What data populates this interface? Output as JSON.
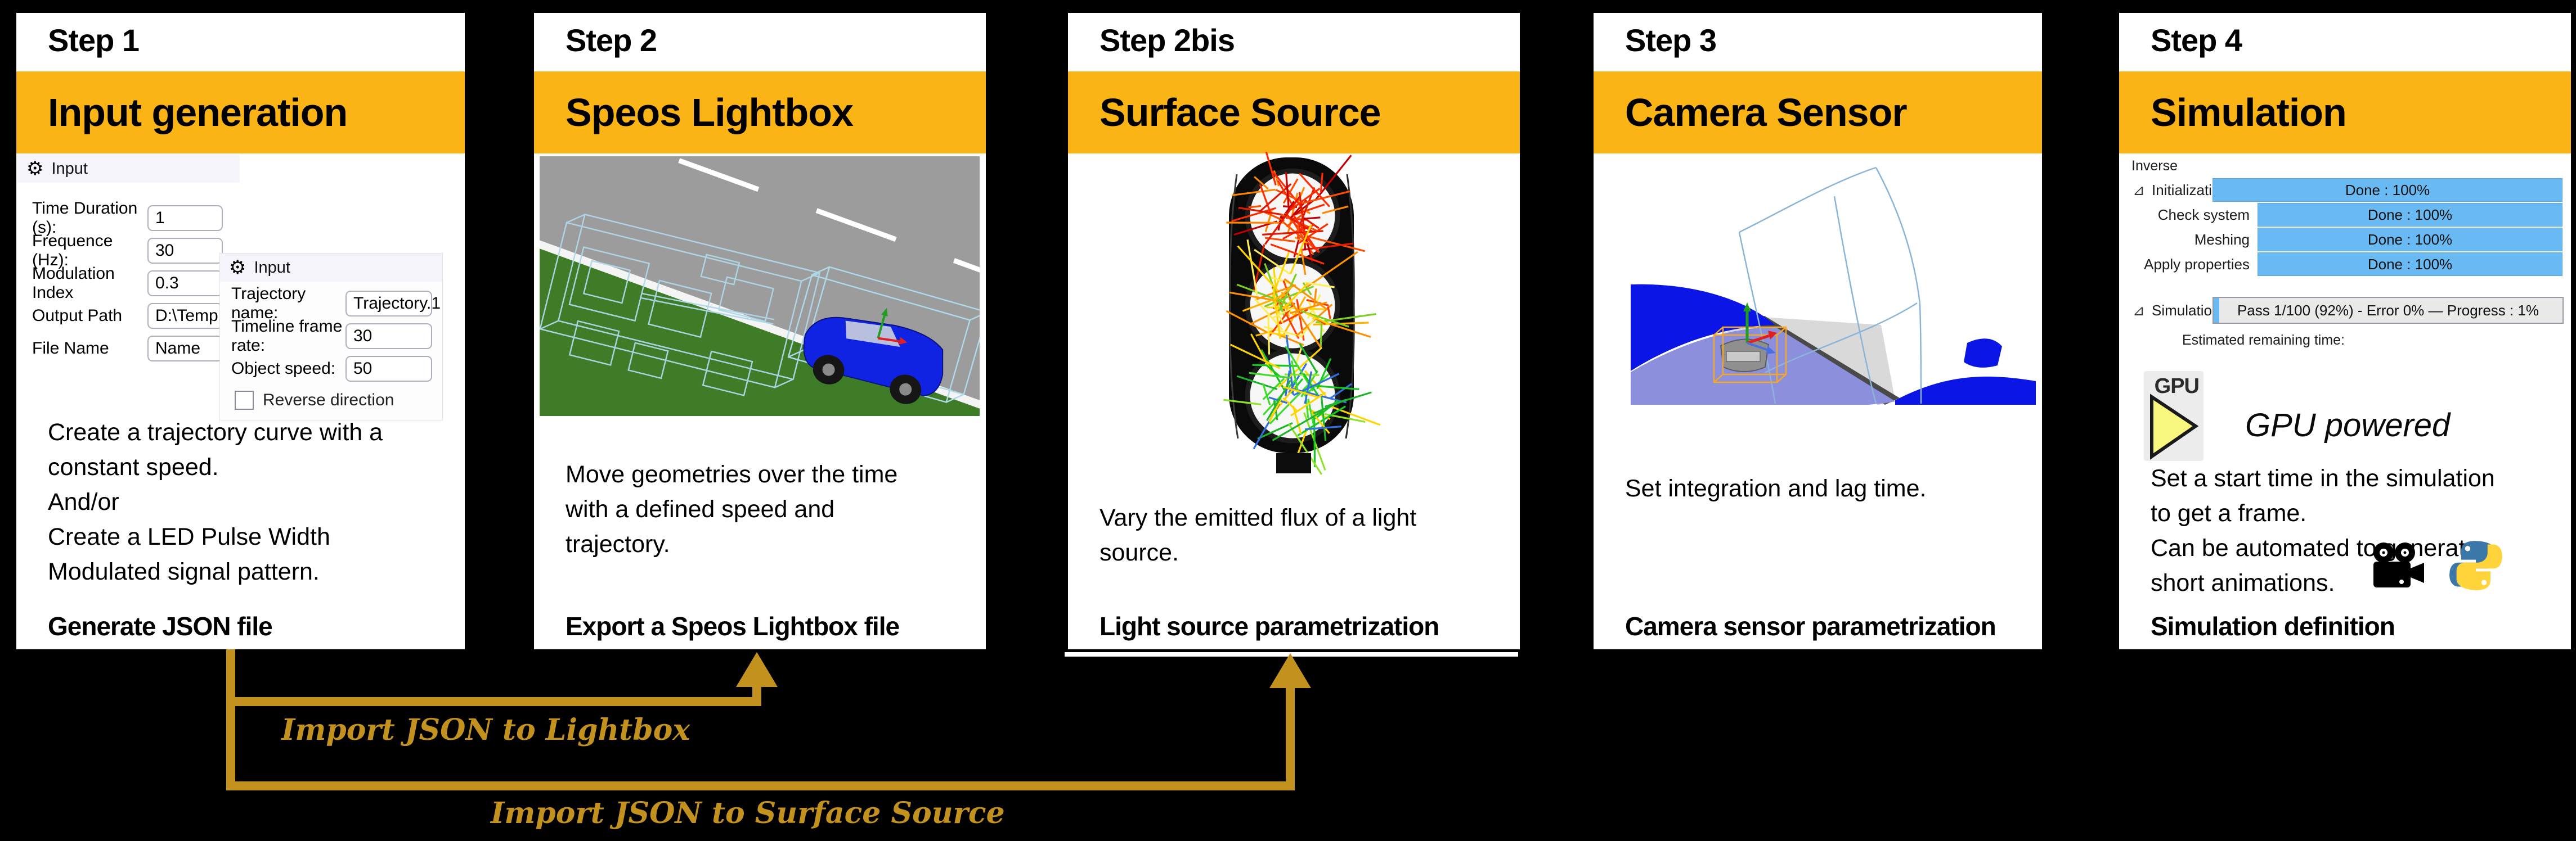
{
  "colors": {
    "background": "#000000",
    "header_orange": "#FBB416",
    "arrow_gold": "#C3921E",
    "progress_blue": "#69B9F2",
    "car_blue": "#1023E2",
    "gpu_triangle_yellow": "#F8F87E"
  },
  "cards": [
    {
      "step": "Step 1",
      "title": "Input generation",
      "description": "Create a trajectory curve with a\nconstant speed.\nAnd/or\nCreate a LED Pulse Width\nModulated signal pattern.",
      "footer": "Generate JSON file",
      "panel1": {
        "title": "Input",
        "gear_icon": "gear-icon",
        "fields": [
          {
            "label": "Time Duration (s):",
            "value": "1"
          },
          {
            "label": "Frequence (Hz):",
            "value": "30"
          },
          {
            "label": "Modulation Index",
            "value": "0.3"
          },
          {
            "label": "Output Path",
            "value": "D:\\Temp"
          },
          {
            "label": "File Name",
            "value": "Name"
          }
        ]
      },
      "panel2": {
        "title": "Input",
        "gear_icon": "gear-icon",
        "fields": [
          {
            "label": "Trajectory name:",
            "value": "Trajectory.1"
          },
          {
            "label": "Timeline frame rate:",
            "value": "30"
          },
          {
            "label": "Object speed:",
            "value": "50"
          }
        ],
        "checkbox_label": "Reverse direction",
        "checkbox_checked": false
      }
    },
    {
      "step": "Step 2",
      "title": "Speos Lightbox",
      "description": "Move geometries over the time\nwith a defined speed and\ntrajectory.",
      "footer": "Export a Speos Lightbox file",
      "image": "3d-road-scene-with-wireframe-truck-and-blue-car"
    },
    {
      "step": "Step 2bis",
      "title": "Surface Source",
      "description": "Vary the emitted flux of a light\nsource.",
      "footer": "Light source parametrization",
      "image": "traffic-light-with-ray-traces",
      "ray_palettes": {
        "red": [
          "#e01800",
          "#ff4d00",
          "#c00000",
          "#ff8800",
          "#ff2a00"
        ],
        "amber": [
          "#ffd400",
          "#ff9100",
          "#7ccf1f",
          "#ff3c00",
          "#ffee55",
          "#ffb300"
        ],
        "green": [
          "#14c81e",
          "#3ddb2a",
          "#8fe32a",
          "#ffd400",
          "#2f6fe0",
          "#1fb52a"
        ]
      }
    },
    {
      "step": "Step 3",
      "title": "Camera Sensor",
      "description": "Set integration and lag time.",
      "footer": "Camera sensor parametrization",
      "image": "blue-car-windshield-camera-with-fov-wireframe"
    },
    {
      "step": "Step 4",
      "title": "Simulation",
      "description": "Set a start time in the simulation\nto get a frame.\nCan be automated to generate\nshort animations.",
      "footer": "Simulation definition",
      "progress": {
        "mode": "Inverse",
        "rows": [
          {
            "label": "Initialization",
            "text": "Done : 100%",
            "percent": 100,
            "expanded": true
          },
          {
            "label": "Check system",
            "text": "Done : 100%",
            "percent": 100
          },
          {
            "label": "Meshing",
            "text": "Done : 100%",
            "percent": 100
          },
          {
            "label": "Apply properties",
            "text": "Done : 100%",
            "percent": 100
          }
        ],
        "sim": {
          "label": "Simulation",
          "text": "Pass 1/100 (92%) - Error 0% — Progress : 1%",
          "percent": 1,
          "expanded": true
        },
        "remaining": "Estimated remaining time:"
      },
      "gpu": {
        "icon_label": "GPU",
        "caption": "GPU powered"
      }
    }
  ],
  "arrows": [
    {
      "label": "Import JSON to Lightbox",
      "from": "Step 1",
      "to": "Step 2"
    },
    {
      "label": "Import JSON to Surface Source",
      "from": "Step 1",
      "to": "Step 2bis"
    }
  ],
  "expander_glyph": "⊿",
  "gear_glyph": "⚙"
}
